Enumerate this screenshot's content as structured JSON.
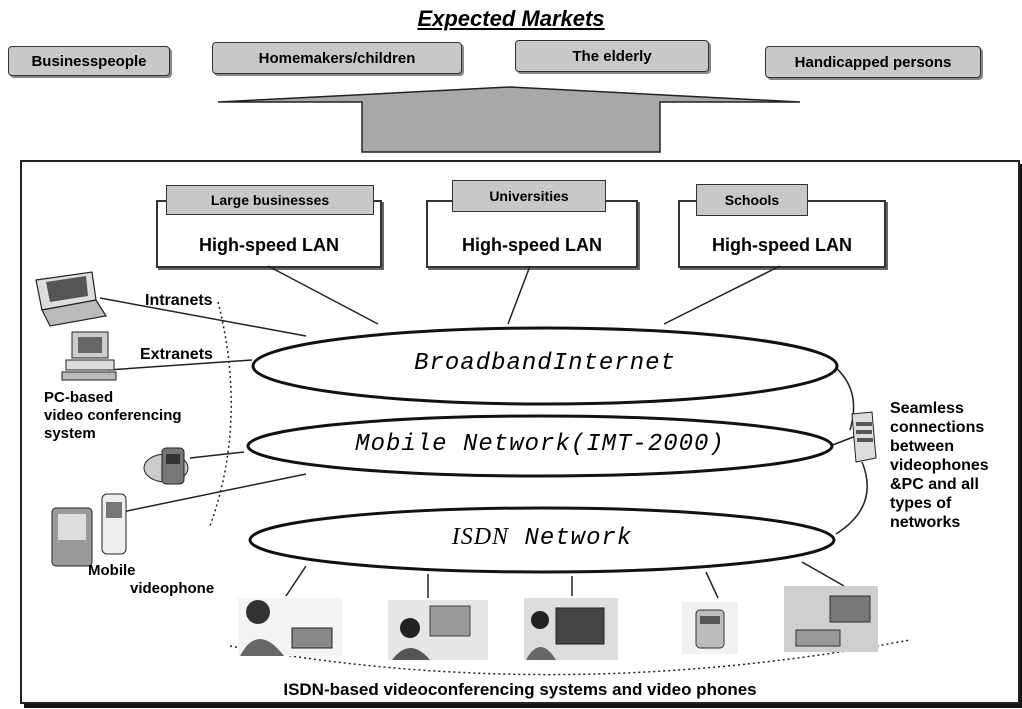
{
  "title": "Expected Markets",
  "markets": [
    "Businesspeople",
    "Homemakers/children",
    "The elderly",
    "Handicapped persons"
  ],
  "lans": [
    {
      "org": "Large businesses",
      "label": "High-speed LAN"
    },
    {
      "org": "Universities",
      "label": "High-speed LAN"
    },
    {
      "org": "Schools",
      "label": "High-speed LAN"
    }
  ],
  "networks": {
    "broadband": "BroadbandInternet",
    "mobile": "Mobile Network(IMT-2000)",
    "isdn_a": "ISDN",
    "isdn_b": " Network"
  },
  "labels": {
    "intranets": "Intranets",
    "extranets": "Extranets",
    "pc_system": [
      "PC-based",
      "video conferencing",
      "system"
    ],
    "mobile_phone": [
      "Mobile",
      "videophone"
    ],
    "seamless": [
      "Seamless",
      "connections",
      "between",
      "videophones",
      "&PC and all",
      "types of",
      "networks"
    ],
    "bottom": "ISDN-based videoconferencing systems and video phones"
  }
}
